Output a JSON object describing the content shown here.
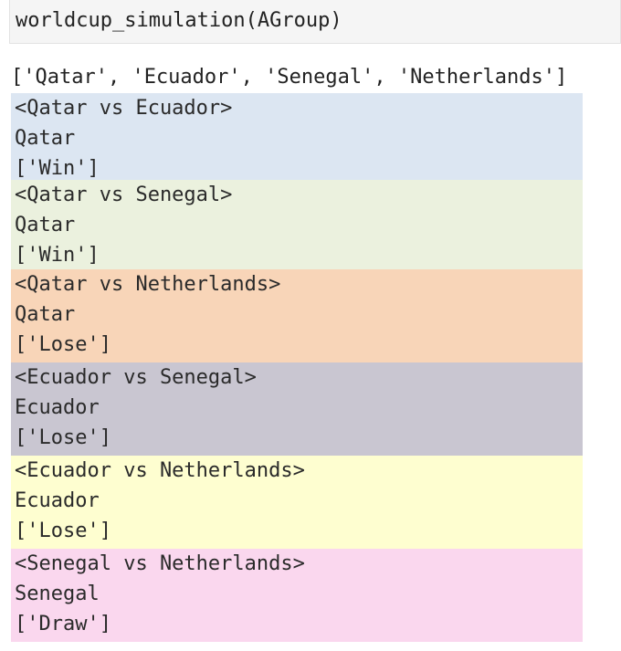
{
  "input": {
    "code": "worldcup_simulation(AGroup)"
  },
  "output": {
    "teams_list": "['Qatar', 'Ecuador', 'Senegal', 'Netherlands']",
    "matches": [
      {
        "header": "<Qatar vs Ecuador>",
        "team": "Qatar",
        "result": "['Win']",
        "color": "#dce6f2"
      },
      {
        "header": "<Qatar vs Senegal>",
        "team": "Qatar",
        "result": "['Win']",
        "color": "#ebf1de"
      },
      {
        "header": "<Qatar vs Netherlands>",
        "team": "Qatar",
        "result": "['Lose']",
        "color": "#f8d5b8"
      },
      {
        "header": "<Ecuador vs Senegal>",
        "team": "Ecuador",
        "result": "['Lose']",
        "color": "#c9c6d1"
      },
      {
        "header": "<Ecuador vs Netherlands>",
        "team": "Ecuador",
        "result": "['Lose']",
        "color": "#fefed0"
      },
      {
        "header": "<Senegal vs Netherlands>",
        "team": "Senegal",
        "result": "['Draw']",
        "color": "#fad7ee"
      }
    ]
  }
}
